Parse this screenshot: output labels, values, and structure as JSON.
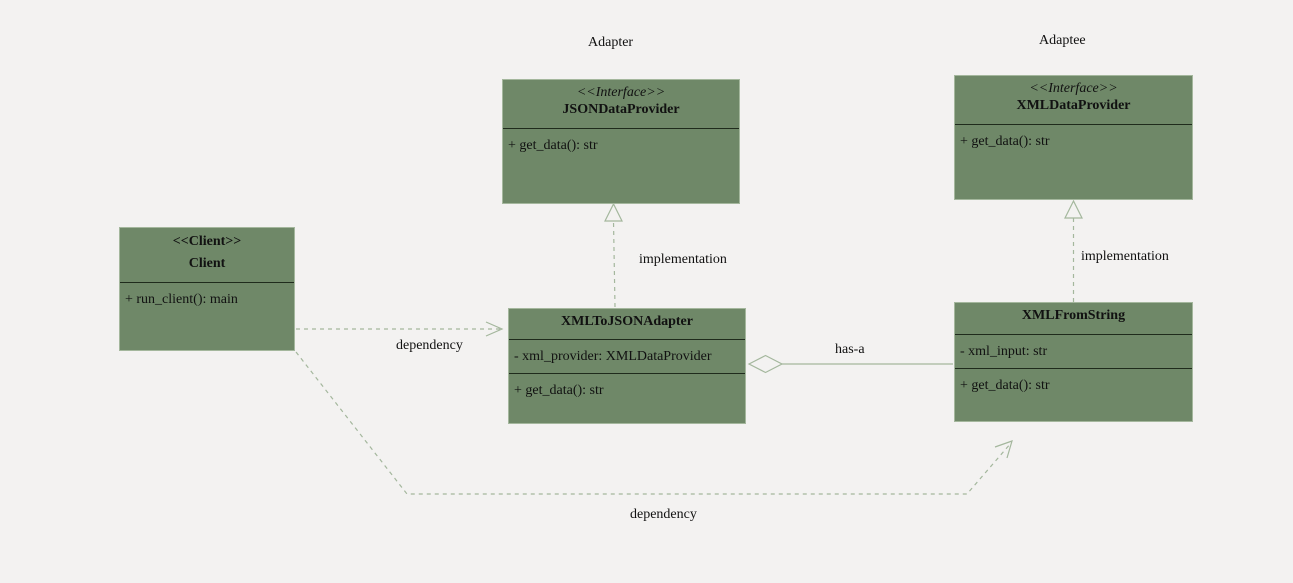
{
  "groups": {
    "adapter": "Adapter",
    "adaptee": "Adaptee"
  },
  "classes": {
    "json_data_provider": {
      "stereotype": "<<Interface>>",
      "name": "JSONDataProvider",
      "methods": [
        "+ get_data(): str"
      ]
    },
    "xml_data_provider": {
      "stereotype": "<<Interface>>",
      "name": "XMLDataProvider",
      "methods": [
        "+ get_data(): str"
      ]
    },
    "client": {
      "stereotype": "<<Client>>",
      "name": "Client",
      "methods": [
        "+ run_client(): main"
      ]
    },
    "xml_to_json_adapter": {
      "name": "XMLToJSONAdapter",
      "attributes": [
        "- xml_provider: XMLDataProvider"
      ],
      "methods": [
        "+ get_data(): str"
      ]
    },
    "xml_from_string": {
      "name": "XMLFromString",
      "attributes": [
        "- xml_input: str"
      ],
      "methods": [
        "+ get_data(): str"
      ]
    }
  },
  "relations": {
    "adapter_implementation": "implementation",
    "adaptee_implementation": "implementation",
    "client_adapter_dependency": "dependency",
    "client_adaptee_dependency": "dependency",
    "aggregation": "has-a"
  },
  "colors": {
    "class_fill": "#6f8868",
    "class_border": "#a4b79d",
    "connector": "#a4b79d",
    "background": "#f3f2f1"
  }
}
